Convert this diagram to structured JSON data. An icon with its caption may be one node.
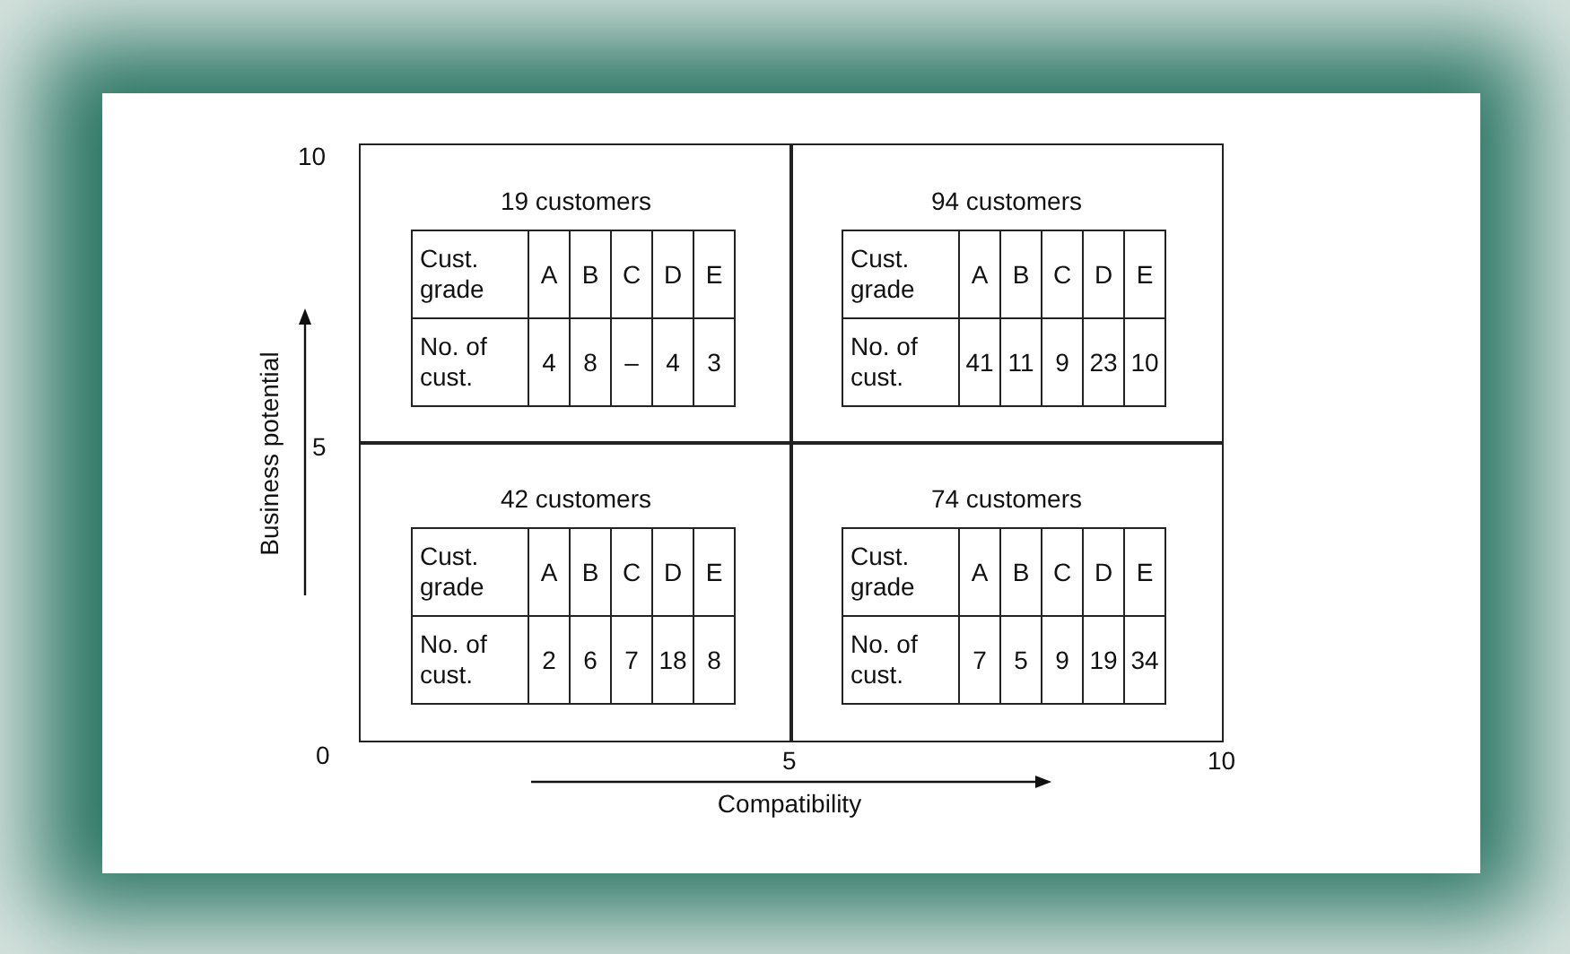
{
  "diagram": {
    "nodes": [
      {
        "text": [
          "19 customers"
        ]
      },
      {
        "text": [
          "94 customers"
        ]
      },
      {
        "text": [
          "42 customers"
        ]
      },
      {
        "text": [
          "74 customers"
        ]
      }
    ],
    "labels": [
      "10",
      "5",
      "0",
      "5",
      "10",
      "Business potential",
      "Compatibility",
      "Cust. grade",
      "A",
      "B",
      "C",
      "D",
      "E",
      "No. of cust.",
      "4",
      "8",
      "–",
      "4",
      "3",
      "Cust. grade",
      "A",
      "B",
      "C",
      "D",
      "E",
      "No. of cust.",
      "41",
      "11",
      "9",
      "23",
      "10",
      "Cust. grade",
      "A",
      "B",
      "C",
      "D",
      "E",
      "No. of cust.",
      "2",
      "6",
      "7",
      "18",
      "8",
      "Cust. grade",
      "A",
      "B",
      "C",
      "D",
      "E",
      "No. of cust.",
      "7",
      "5",
      "9",
      "19",
      "34"
    ]
  }
}
